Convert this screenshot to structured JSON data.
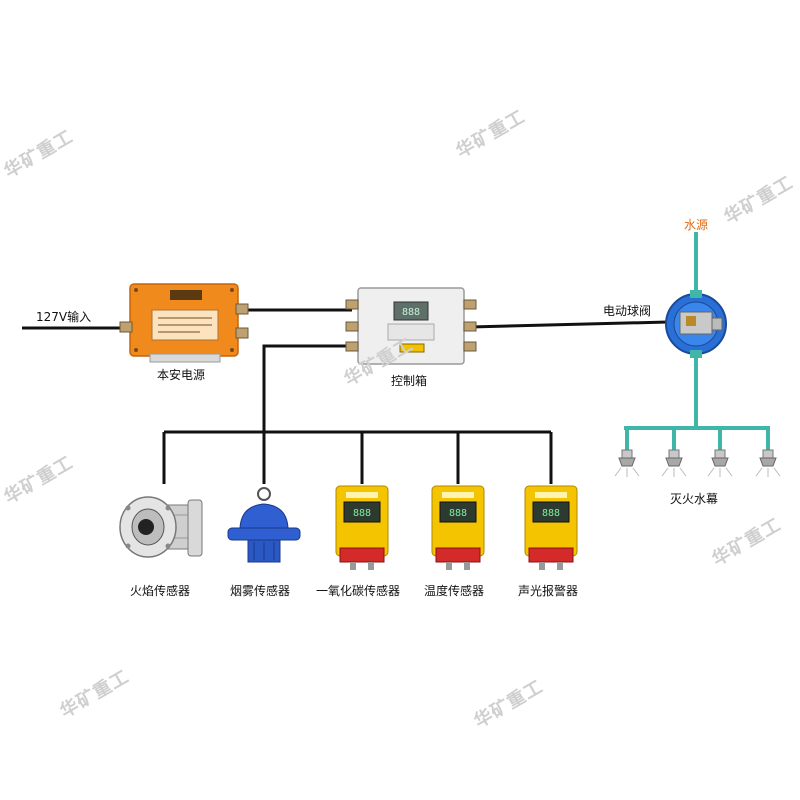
{
  "diagram": {
    "input_label": "127V输入",
    "power_box_label": "本安电源",
    "control_box_label": "控制箱",
    "valve_label": "电动球阀",
    "water_source_label": "水源",
    "water_curtain_label": "灭火水幕",
    "sensors": [
      {
        "label": "火焰传感器"
      },
      {
        "label": "烟雾传感器"
      },
      {
        "label": "一氧化碳传感器"
      },
      {
        "label": "温度传感器"
      },
      {
        "label": "声光报警器"
      }
    ],
    "display_readout": "888"
  },
  "watermark": "华矿重工",
  "colors": {
    "wire": "#111111",
    "pipe": "#3fb6a8",
    "power_box": "#f08a1c",
    "sensor_body": "#f5c400",
    "smoke_sensor": "#2f5fd0",
    "valve": "#2a6fd6",
    "control_box": "#efefef"
  }
}
